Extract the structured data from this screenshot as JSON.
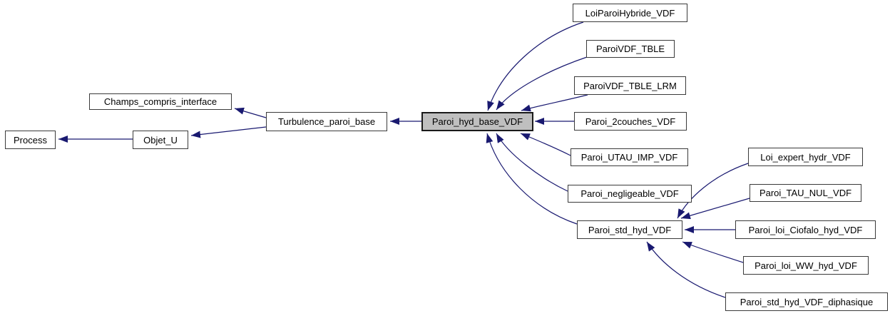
{
  "diagram": {
    "kind": "class-inheritance-graph",
    "highlighted_node": "Paroi_hyd_base_VDF",
    "colors": {
      "arrow": "#191970",
      "node_border": "#3a3a3a",
      "node_fill": "#ffffff",
      "highlight_fill": "#bfbfbf",
      "text": "#000000",
      "background": "#ffffff"
    },
    "nodes": [
      {
        "label": "Process"
      },
      {
        "label": "Objet_U"
      },
      {
        "label": "Champs_compris_interface"
      },
      {
        "label": "Turbulence_paroi_base"
      },
      {
        "label": "Paroi_hyd_base_VDF"
      },
      {
        "label": "LoiParoiHybride_VDF"
      },
      {
        "label": "ParoiVDF_TBLE"
      },
      {
        "label": "ParoiVDF_TBLE_LRM"
      },
      {
        "label": "Paroi_2couches_VDF"
      },
      {
        "label": "Paroi_UTAU_IMP_VDF"
      },
      {
        "label": "Paroi_negligeable_VDF"
      },
      {
        "label": "Paroi_std_hyd_VDF"
      },
      {
        "label": "Loi_expert_hydr_VDF"
      },
      {
        "label": "Paroi_TAU_NUL_VDF"
      },
      {
        "label": "Paroi_loi_Ciofalo_hyd_VDF"
      },
      {
        "label": "Paroi_loi_WW_hyd_VDF"
      },
      {
        "label": "Paroi_std_hyd_VDF_diphasique"
      }
    ],
    "edges": [
      {
        "derived": "Objet_U",
        "base": "Process"
      },
      {
        "derived": "Turbulence_paroi_base",
        "base": "Objet_U"
      },
      {
        "derived": "Turbulence_paroi_base",
        "base": "Champs_compris_interface"
      },
      {
        "derived": "Paroi_hyd_base_VDF",
        "base": "Turbulence_paroi_base"
      },
      {
        "derived": "LoiParoiHybride_VDF",
        "base": "Paroi_hyd_base_VDF"
      },
      {
        "derived": "ParoiVDF_TBLE",
        "base": "Paroi_hyd_base_VDF"
      },
      {
        "derived": "ParoiVDF_TBLE_LRM",
        "base": "Paroi_hyd_base_VDF"
      },
      {
        "derived": "Paroi_2couches_VDF",
        "base": "Paroi_hyd_base_VDF"
      },
      {
        "derived": "Paroi_UTAU_IMP_VDF",
        "base": "Paroi_hyd_base_VDF"
      },
      {
        "derived": "Paroi_negligeable_VDF",
        "base": "Paroi_hyd_base_VDF"
      },
      {
        "derived": "Paroi_std_hyd_VDF",
        "base": "Paroi_hyd_base_VDF"
      },
      {
        "derived": "Loi_expert_hydr_VDF",
        "base": "Paroi_std_hyd_VDF"
      },
      {
        "derived": "Paroi_TAU_NUL_VDF",
        "base": "Paroi_std_hyd_VDF"
      },
      {
        "derived": "Paroi_loi_Ciofalo_hyd_VDF",
        "base": "Paroi_std_hyd_VDF"
      },
      {
        "derived": "Paroi_loi_WW_hyd_VDF",
        "base": "Paroi_std_hyd_VDF"
      },
      {
        "derived": "Paroi_std_hyd_VDF_diphasique",
        "base": "Paroi_std_hyd_VDF"
      }
    ]
  }
}
